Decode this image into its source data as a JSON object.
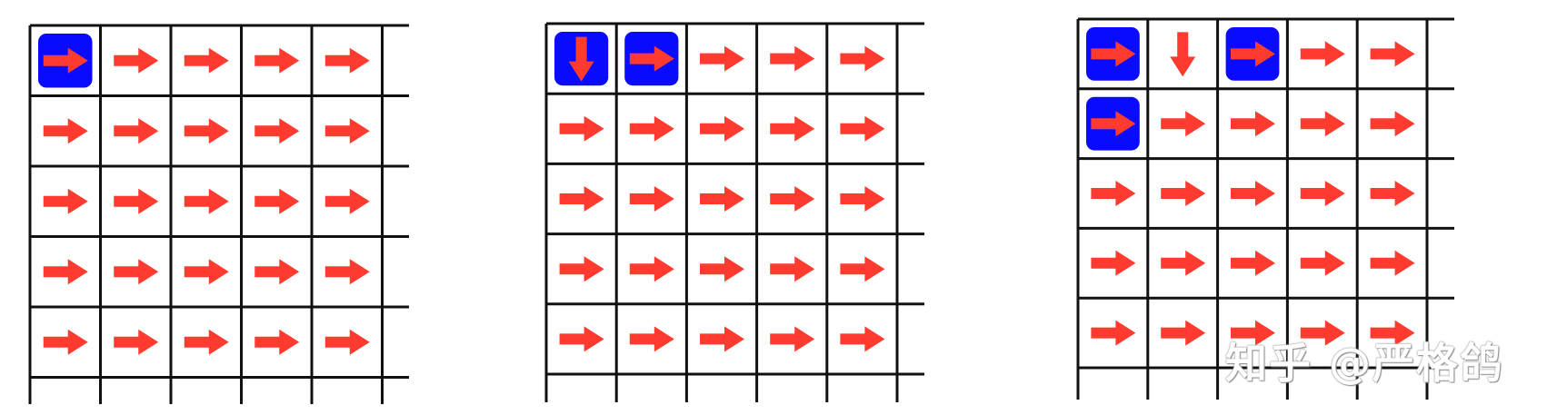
{
  "colors": {
    "arrow": "#ff3b30",
    "highlight": "#0a0aff",
    "grid_line": "#111111",
    "background": "#ffffff"
  },
  "grids": [
    {
      "cells": [
        [
          "right",
          "right",
          "right",
          "right",
          "right"
        ],
        [
          "right",
          "right",
          "right",
          "right",
          "right"
        ],
        [
          "right",
          "right",
          "right",
          "right",
          "right"
        ],
        [
          "right",
          "right",
          "right",
          "right",
          "right"
        ],
        [
          "right",
          "right",
          "right",
          "right",
          "right"
        ]
      ],
      "highlighted": [
        [
          0,
          0
        ]
      ]
    },
    {
      "cells": [
        [
          "down",
          "right",
          "right",
          "right",
          "right"
        ],
        [
          "right",
          "right",
          "right",
          "right",
          "right"
        ],
        [
          "right",
          "right",
          "right",
          "right",
          "right"
        ],
        [
          "right",
          "right",
          "right",
          "right",
          "right"
        ],
        [
          "right",
          "right",
          "right",
          "right",
          "right"
        ]
      ],
      "highlighted": [
        [
          0,
          0
        ],
        [
          0,
          1
        ]
      ]
    },
    {
      "cells": [
        [
          "right",
          "down",
          "right",
          "right",
          "right"
        ],
        [
          "right",
          "right",
          "right",
          "right",
          "right"
        ],
        [
          "right",
          "right",
          "right",
          "right",
          "right"
        ],
        [
          "right",
          "right",
          "right",
          "right",
          "right"
        ],
        [
          "right",
          "right",
          "right",
          "right",
          "right"
        ]
      ],
      "highlighted": [
        [
          0,
          0
        ],
        [
          0,
          2
        ],
        [
          1,
          0
        ]
      ]
    }
  ],
  "watermark": "知乎 @严格鸽"
}
